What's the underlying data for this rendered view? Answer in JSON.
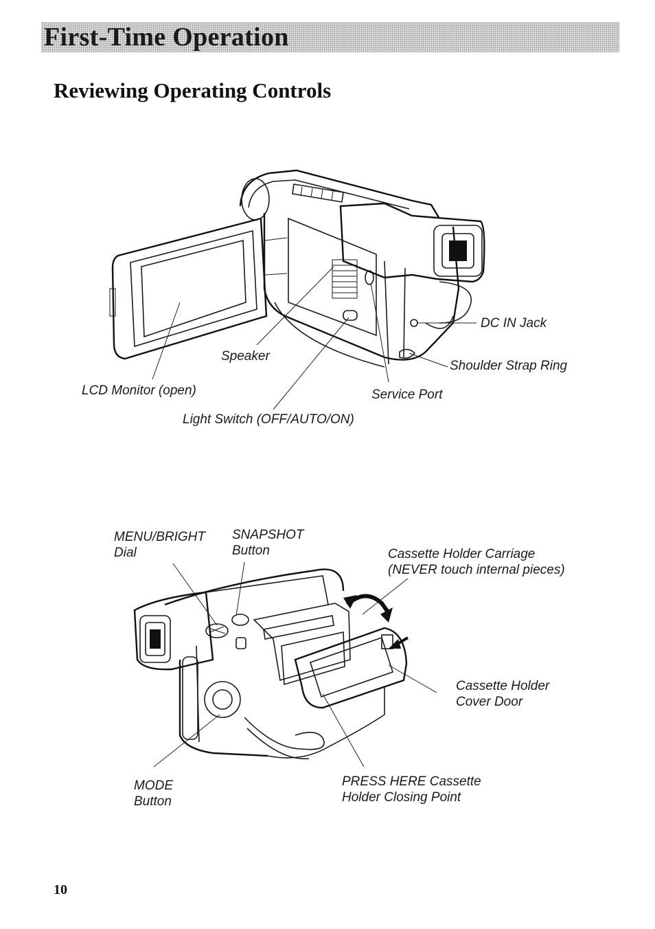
{
  "header": {
    "banner_title": "First-Time Operation"
  },
  "section": {
    "title": "Reviewing Operating Controls"
  },
  "figure_top": {
    "labels": {
      "dc_in_jack": "DC IN Jack",
      "speaker": "Speaker",
      "shoulder_strap_ring": "Shoulder Strap Ring",
      "lcd_monitor": "LCD Monitor (open)",
      "service_port": "Service Port",
      "light_switch": "Light Switch (OFF/AUTO/ON)"
    }
  },
  "figure_bottom": {
    "labels": {
      "menu_bright_line1": "MENU/BRIGHT",
      "menu_bright_line2": "Dial",
      "snapshot_line1": "SNAPSHOT",
      "snapshot_line2": "Button",
      "cassette_carriage_line1": "Cassette Holder Carriage",
      "cassette_carriage_line2": "(NEVER touch internal pieces)",
      "cassette_cover_line1": "Cassette Holder",
      "cassette_cover_line2": "Cover Door",
      "mode_line1": "MODE",
      "mode_line2": "Button",
      "press_here_line1": "PRESS HERE Cassette",
      "press_here_line2": "Holder Closing Point"
    }
  },
  "footer": {
    "page_number": "10"
  }
}
